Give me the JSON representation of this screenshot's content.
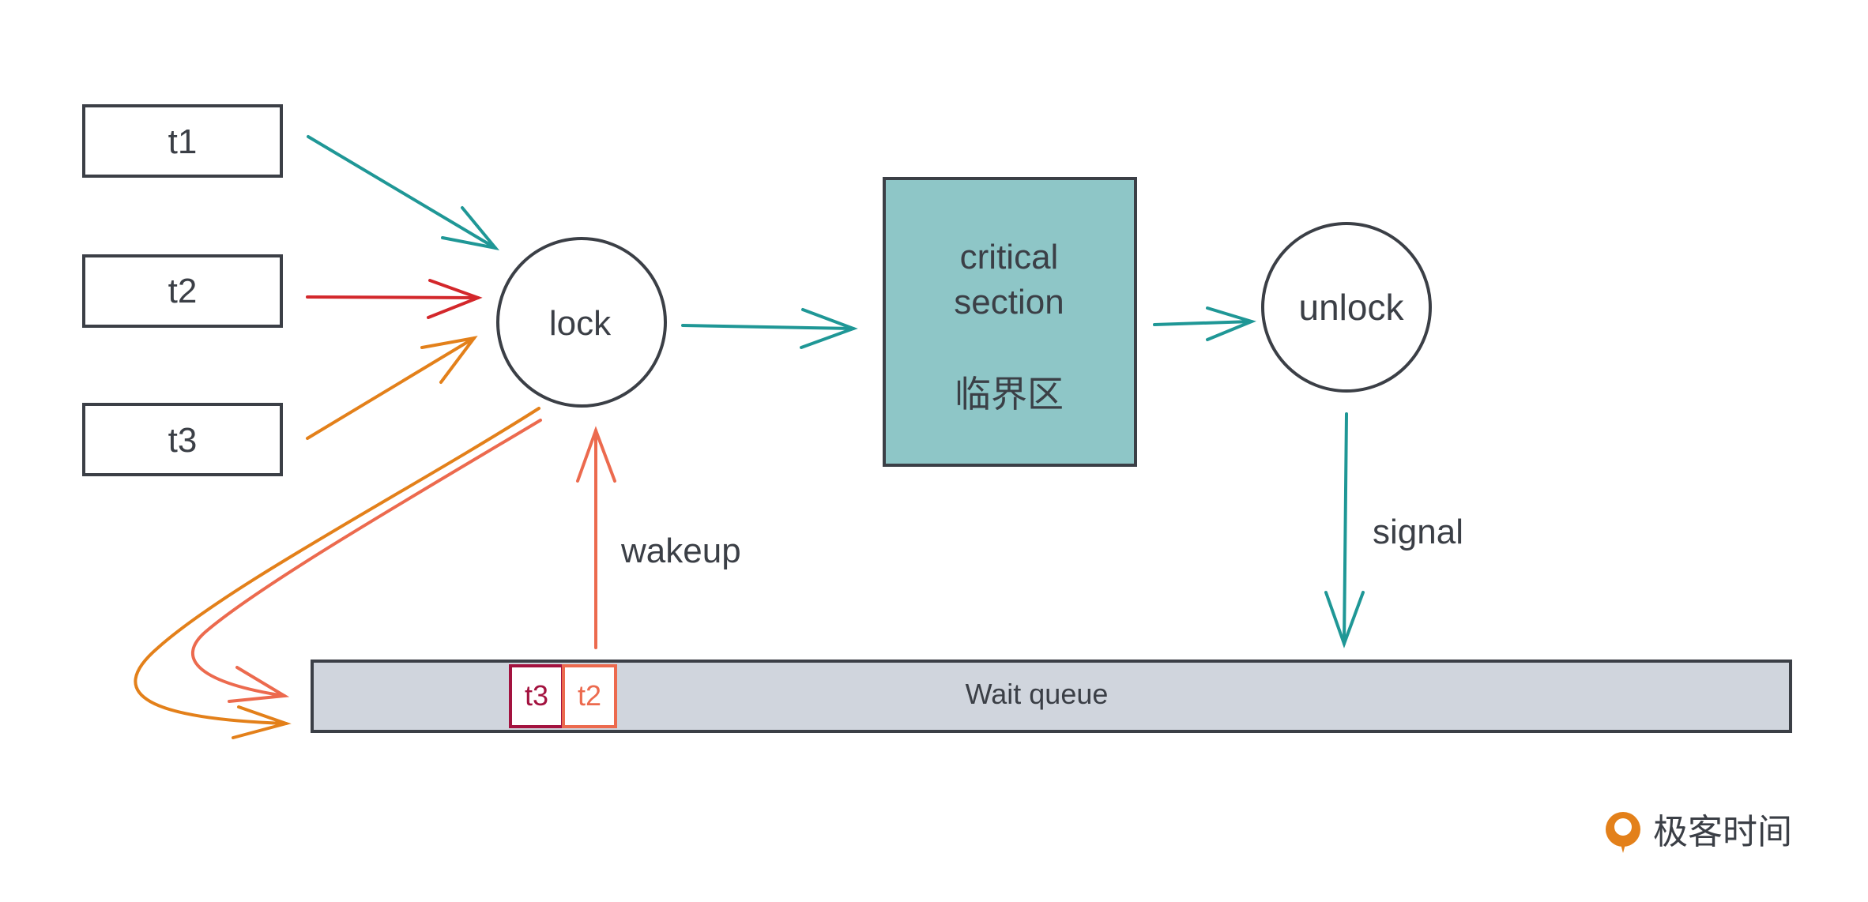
{
  "threads": [
    {
      "label": "t1"
    },
    {
      "label": "t2"
    },
    {
      "label": "t3"
    }
  ],
  "lock": {
    "label": "lock"
  },
  "critical_section": {
    "line1": "critical",
    "line2": "section",
    "line3": "临界区"
  },
  "unlock": {
    "label": "unlock"
  },
  "signal": {
    "label": "signal"
  },
  "wakeup": {
    "label": "wakeup"
  },
  "wait_queue": {
    "label": "Wait queue",
    "items": [
      {
        "label": "t3"
      },
      {
        "label": "t2"
      }
    ]
  },
  "logo": {
    "text": "极客时间"
  },
  "colors": {
    "teal": "#1f9796",
    "red": "#d3272b",
    "orange": "#e3801a",
    "salmon": "#ec6a4e",
    "crimson": "#a3123f",
    "box_stroke": "#3b3f46",
    "cs_fill": "#8ec6c7",
    "queue_fill": "#d0d5dd"
  }
}
